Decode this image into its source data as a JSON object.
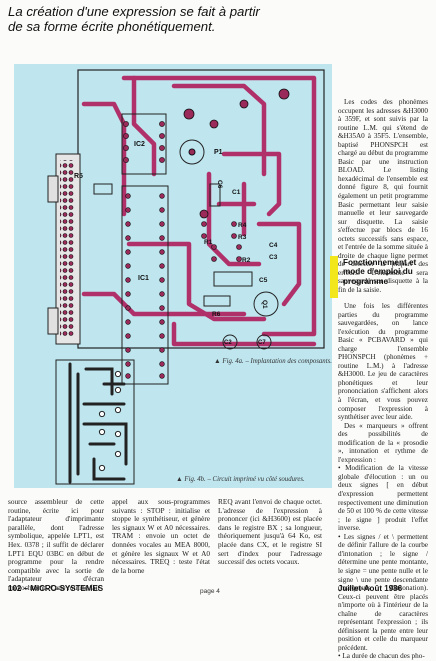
{
  "header": {
    "title_line1": "La création d'une expression se fait à partir",
    "title_line2": "de sa forme écrite phonétiquement."
  },
  "figure": {
    "labels": [
      "IC2",
      "P1",
      "R5",
      "C6",
      "C1",
      "R4",
      "R3",
      "R1",
      "R2",
      "C4",
      "C3",
      "C5",
      "Q1",
      "IC1",
      "R6",
      "C2",
      "C7"
    ],
    "caption_a": "▲ Fig. 4a. – Implantation des composants.",
    "caption_b": "▲ Fig. 4b. – Circuit imprimé vu côté soudures."
  },
  "right_col": {
    "p1": "Les codes des phonèmes occupent les adresses &H3000 à 359F, et sont suivis par la routine L.M. qui s'étend de &H35A0 à 35F5. L'ensemble, baptisé PHONSPCH est chargé au début du programme Basic par une instruction BLOAD. Le listing hexadécimal de l'ensemble est donné figure 8, qui fournit également un petit programme Basic permettant leur saisie manuelle et leur sauvegarde sur disquette. La saisie s'effectue par blocs de 16 octets successifs sans espace, et l'entrée de la somme située à droite de chaque ligne permet de détecter la plupart des erreurs. L'ensemble sera sauvegardé sur disquette à la fin de la saisie.",
    "subhead": "Fonctionnement et mode d'emploi du programme",
    "p2": "Une fois les différentes parties du programme sauvegardées, on lance l'exécution du programme Basic « PCBAVARD » qui charge l'ensemble PHONSPCH (phonèmes + routine L.M.) à l'adresse &H3000. Le jeu de caractères phonétiques et leur prononciation s'affichent alors à l'écran, et vous pouvez composer l'expression à synthétiser avec leur aide.",
    "p3": "Des « marqueurs » offrent des possibilités de modification de la « prosodie », intonation et rythme de l'expression :",
    "p4": "• Modification de la vitesse globale d'élocution : un ou deux signes [ en début d'expression permettent respectivement une diminution de 50 et 100 % de cette vitesse ; le signe ] produit l'effet inverse.",
    "p5": "• Les signes / et \\ permettent de définir l'allure de la courbe d'intonation ; le signe / détermine une pente montante, le signe = une pente nulle et le signe \\ une pente descendante (marqueurs d'intonation). Ceux-ci peuvent être placés n'importe où à l'intérieur de la chaîne de caractères représentant l'expression ; ils définissent la pente entre leur position et celle du marqueur précédent.",
    "p6": "• La durée de chacun des pho-"
  },
  "bottom_cols": {
    "c1": "source assembleur de cette routine, écrite ici pour l'adaptateur d'imprimante parallèle, dont l'adresse symbolique, appelée LPT1, est Hex. 0378 ; il suffit de déclarer LPT1 EQU 03BC en début de programme pour la rendre compatible avec la sortie de l'adaptateur d'écran monochrome. Cette routine fait",
    "c2": "appel aux sous-programmes suivants : STOP : initialise et stoppe le synthétiseur, et génère les signaux W et A0 nécessaires. TRAM : envoie un octet de données vocales au MEA 8000, et génère les signaux W et A0 nécessaires. TREQ : teste l'état de la borne",
    "c3": "REQ avant l'envoi de chaque octet. L'adresse de l'expression à prononcer (ici &H3600) est placée dans le registre BX ; sa longueur, théoriquement jusqu'à 64 Ko, est placée dans CX, et le registre SI sert d'index pour l'adressage successif des octets vocaux."
  },
  "footer": {
    "left": "102 – MICRO-SYSTEMES",
    "page": "page 4",
    "right": "Juillet-Août 1986"
  }
}
